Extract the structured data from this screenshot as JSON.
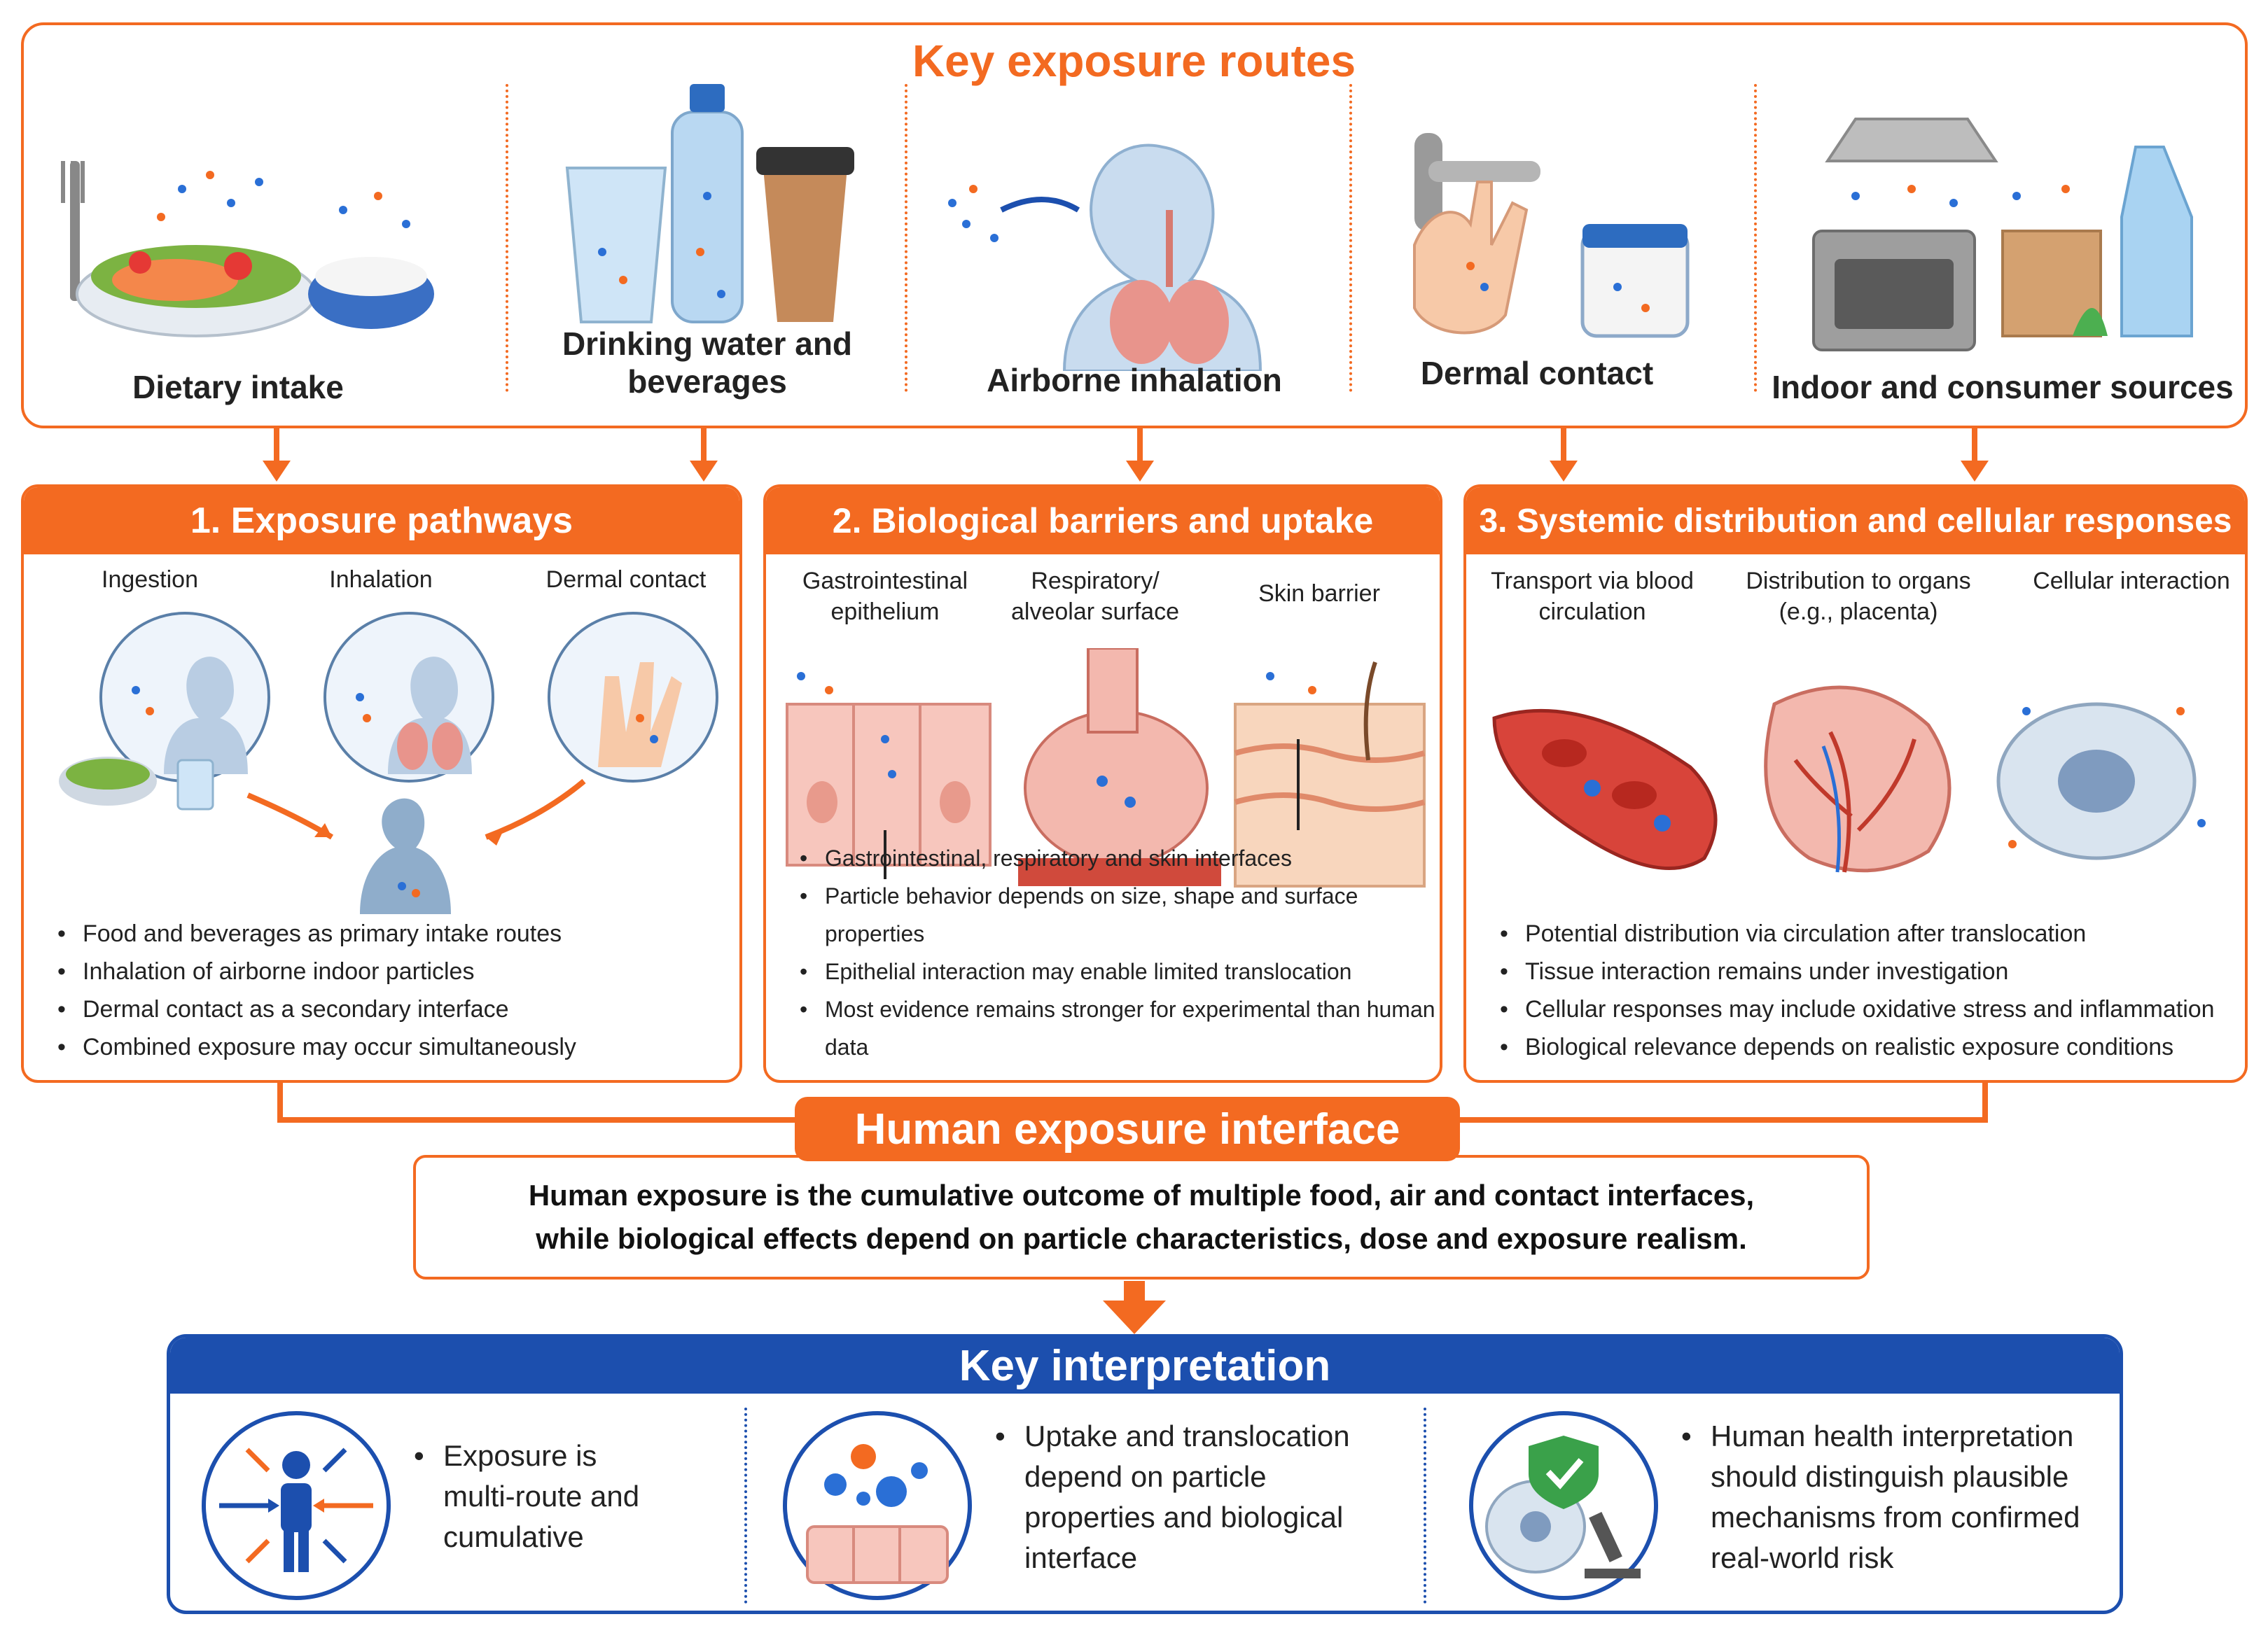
{
  "routes": {
    "title": "Key exposure routes",
    "items": [
      {
        "label": "Dietary intake"
      },
      {
        "label": "Drinking water and beverages"
      },
      {
        "label": "Airborne inhalation"
      },
      {
        "label": "Dermal contact"
      },
      {
        "label": "Indoor and consumer sources"
      }
    ]
  },
  "panels": [
    {
      "title": "1. Exposure pathways",
      "sublabels": [
        "Ingestion",
        "Inhalation",
        "Dermal contact"
      ],
      "bullets": [
        "Food and beverages as primary intake routes",
        "Inhalation of airborne indoor particles",
        "Dermal contact as a secondary interface",
        "Combined exposure may occur simultaneously"
      ]
    },
    {
      "title": "2. Biological barriers and uptake",
      "sublabels": [
        "Gastrointestinal epithelium",
        "Respiratory/ alveolar surface",
        "Skin barrier"
      ],
      "bullets": [
        "Gastrointestinal, respiratory and skin interfaces",
        "Particle behavior depends on size, shape and surface properties",
        "Epithelial interaction may enable limited translocation",
        "Most evidence remains stronger for experimental than human data"
      ]
    },
    {
      "title": "3. Systemic distribution and cellular responses",
      "sublabels": [
        "Transport via blood circulation",
        "Distribution to organs (e.g., placenta)",
        "Cellular interaction"
      ],
      "bullets": [
        "Potential distribution via circulation after translocation",
        "Tissue interaction remains under investigation",
        "Cellular responses may include oxidative stress and inflammation",
        "Biological relevance depends on realistic exposure conditions"
      ]
    }
  ],
  "interface": {
    "title": "Human exposure interface",
    "line1": "Human exposure is the cumulative outcome of multiple food, air and contact interfaces,",
    "line2": "while biological effects depend on particle characteristics, dose and exposure realism."
  },
  "interpretation": {
    "title": "Key interpretation",
    "items": [
      {
        "lines": [
          "Exposure is",
          "multi-route and",
          "cumulative"
        ]
      },
      {
        "lines": [
          "Uptake and translocation",
          "depend on particle",
          "properties and biological",
          "interface"
        ]
      },
      {
        "lines": [
          "Human health interpretation",
          "should distinguish plausible",
          "mechanisms from confirmed",
          "real-world risk"
        ]
      }
    ]
  },
  "colors": {
    "orange": "#f36a21",
    "blue": "#1c4fae",
    "particle_blue": "#2a6fd6",
    "particle_orange": "#f36a21"
  }
}
